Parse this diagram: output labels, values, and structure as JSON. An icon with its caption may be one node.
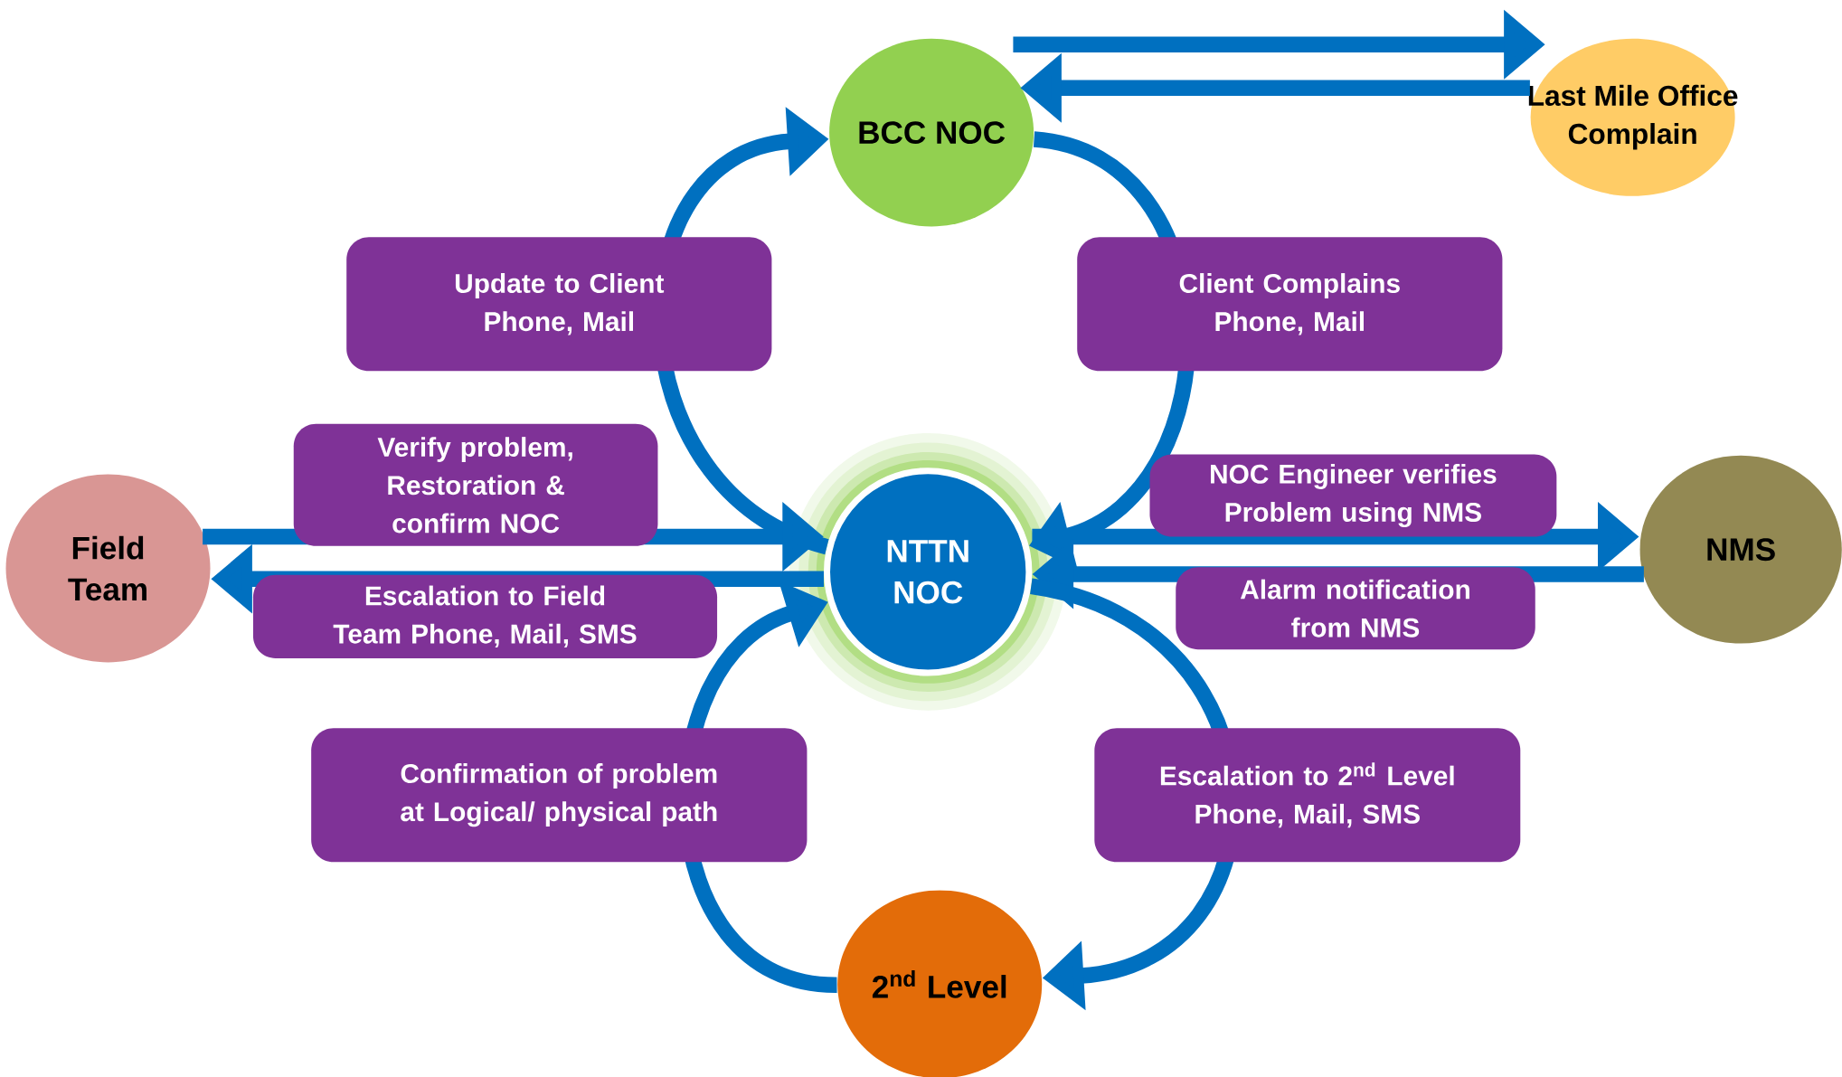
{
  "diagram": {
    "nodes": [
      {
        "text": [
          "BCC NOC"
        ]
      },
      {
        "text": [
          "Last Mile Office Complain"
        ]
      },
      {
        "text": [
          "NTTN NOC"
        ]
      },
      {
        "text": [
          "Field Team"
        ]
      },
      {
        "text": [
          "NMS"
        ]
      },
      {
        "text": [
          "2$^{nd}$ Level"
        ]
      }
    ],
    "edges": [
      {
        "from": 0,
        "to": 1,
        "arrow": "to"
      },
      {
        "from": 1,
        "to": 0,
        "arrow": "to"
      },
      {
        "from": 0,
        "to": 2,
        "arrow": "to",
        "label": "Client Complains Phone, Mail"
      },
      {
        "from": 2,
        "to": 0,
        "arrow": "to",
        "label": "Update to Client Phone, Mail"
      },
      {
        "from": 3,
        "to": 2,
        "arrow": "to",
        "label": "Verify problem, Restoration & confirm NOC"
      },
      {
        "from": 2,
        "to": 3,
        "arrow": "to",
        "label": "Escalation to Field Team Phone, Mail, SMS"
      },
      {
        "from": 2,
        "to": 4,
        "arrow": "to",
        "label": "NOC Engineer verifies Problem using NMS"
      },
      {
        "from": 4,
        "to": 2,
        "arrow": "to",
        "label": "Alarm notification from NMS"
      },
      {
        "from": 2,
        "to": 5,
        "arrow": "to",
        "label": "Escalation to 2$^{nd}$ Level Phone, Mail, SMS"
      },
      {
        "from": 5,
        "to": 2,
        "arrow": "to",
        "label": "Confirmation of problem at Logical/ physical path"
      }
    ]
  }
}
